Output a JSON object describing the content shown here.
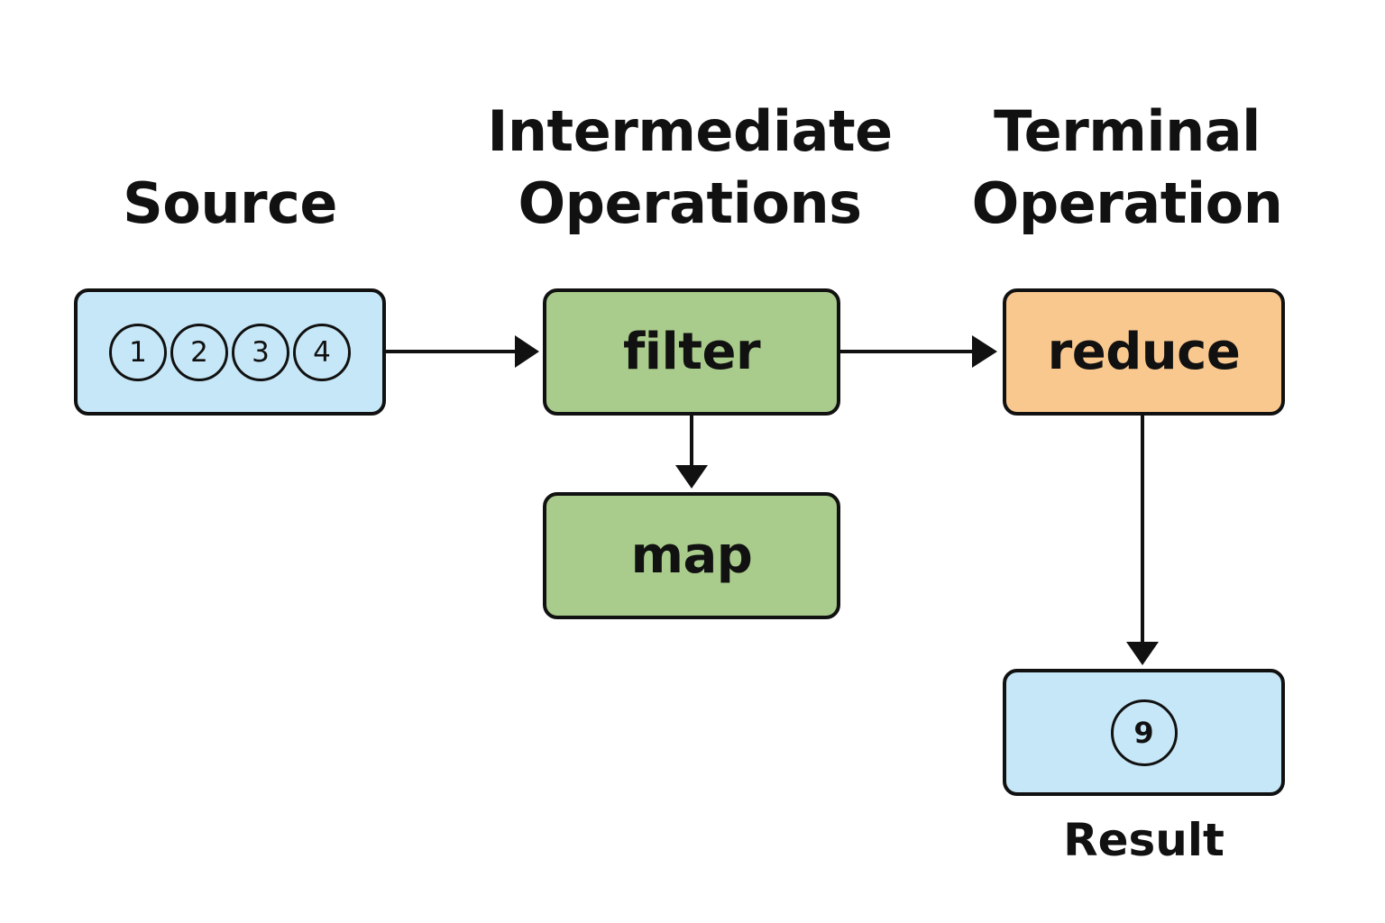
{
  "headings": {
    "source": [
      "Source"
    ],
    "intermediate": [
      "Intermediate",
      "Operations"
    ],
    "terminal": [
      "Terminal",
      "Operation"
    ]
  },
  "source": {
    "elements": [
      "1",
      "2",
      "3",
      "4"
    ]
  },
  "operations": {
    "filter": "filter",
    "map": "map",
    "reduce": "reduce"
  },
  "result": {
    "value": "9",
    "label": "Result"
  },
  "colors": {
    "source_fill": "#c6e7f7",
    "intermediate_fill": "#a9cc8c",
    "terminal_fill": "#f9c88f",
    "result_fill": "#c6e7f7",
    "stroke": "#111111"
  }
}
